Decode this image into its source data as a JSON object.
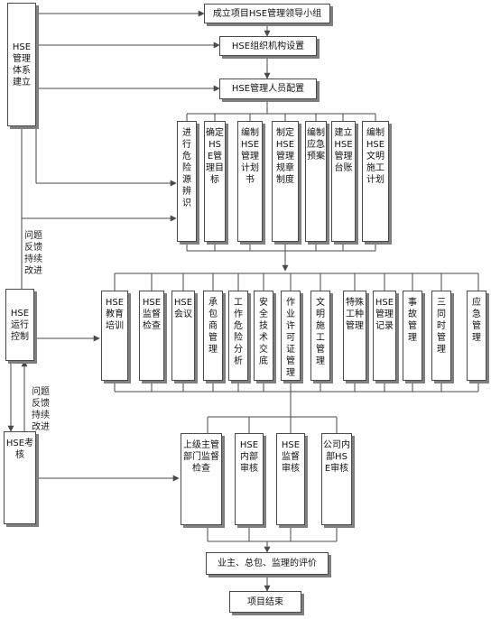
{
  "left_column": {
    "establish": "HSE管理体系建立",
    "operate": "HSE运行控制",
    "assess": "HSE考核",
    "feedback_upper": [
      "问题",
      "反馈",
      "持续",
      "改进"
    ],
    "feedback_lower": [
      "问题",
      "反馈",
      "持续",
      "改进"
    ]
  },
  "setup_steps": [
    "成立项目HSE管理领导小组",
    "HSE组织机构设置",
    "HSE管理人员配置"
  ],
  "planning_tasks": [
    "进行危险源辨识",
    "确定HSE管理目标",
    "编制HSE管理计划书",
    "制定HSE管理规章制度",
    "编制应急预案",
    "建立HSE管理台账",
    "编制HSE文明施工计划"
  ],
  "operation_tasks": [
    "HSE教育培训",
    "HSE监督检查",
    "HSE会议",
    "承包商管理",
    "工作危险分析",
    "安全技术交底",
    "作业许可证管理",
    "文明施工管理",
    "特殊工种管理",
    "HSE管理记录",
    "事故管理",
    "三同时管理",
    "应急管理"
  ],
  "audit_tasks": [
    "上级主管部门监督检查",
    "HSE内部审核",
    "HSE监督审核",
    "公司内部HSE审核"
  ],
  "evaluation": "业主、总包、监理的评价",
  "end": "项目结束",
  "colors": {
    "line": "#4a4a4a",
    "shadow": "#7f7f7f"
  }
}
